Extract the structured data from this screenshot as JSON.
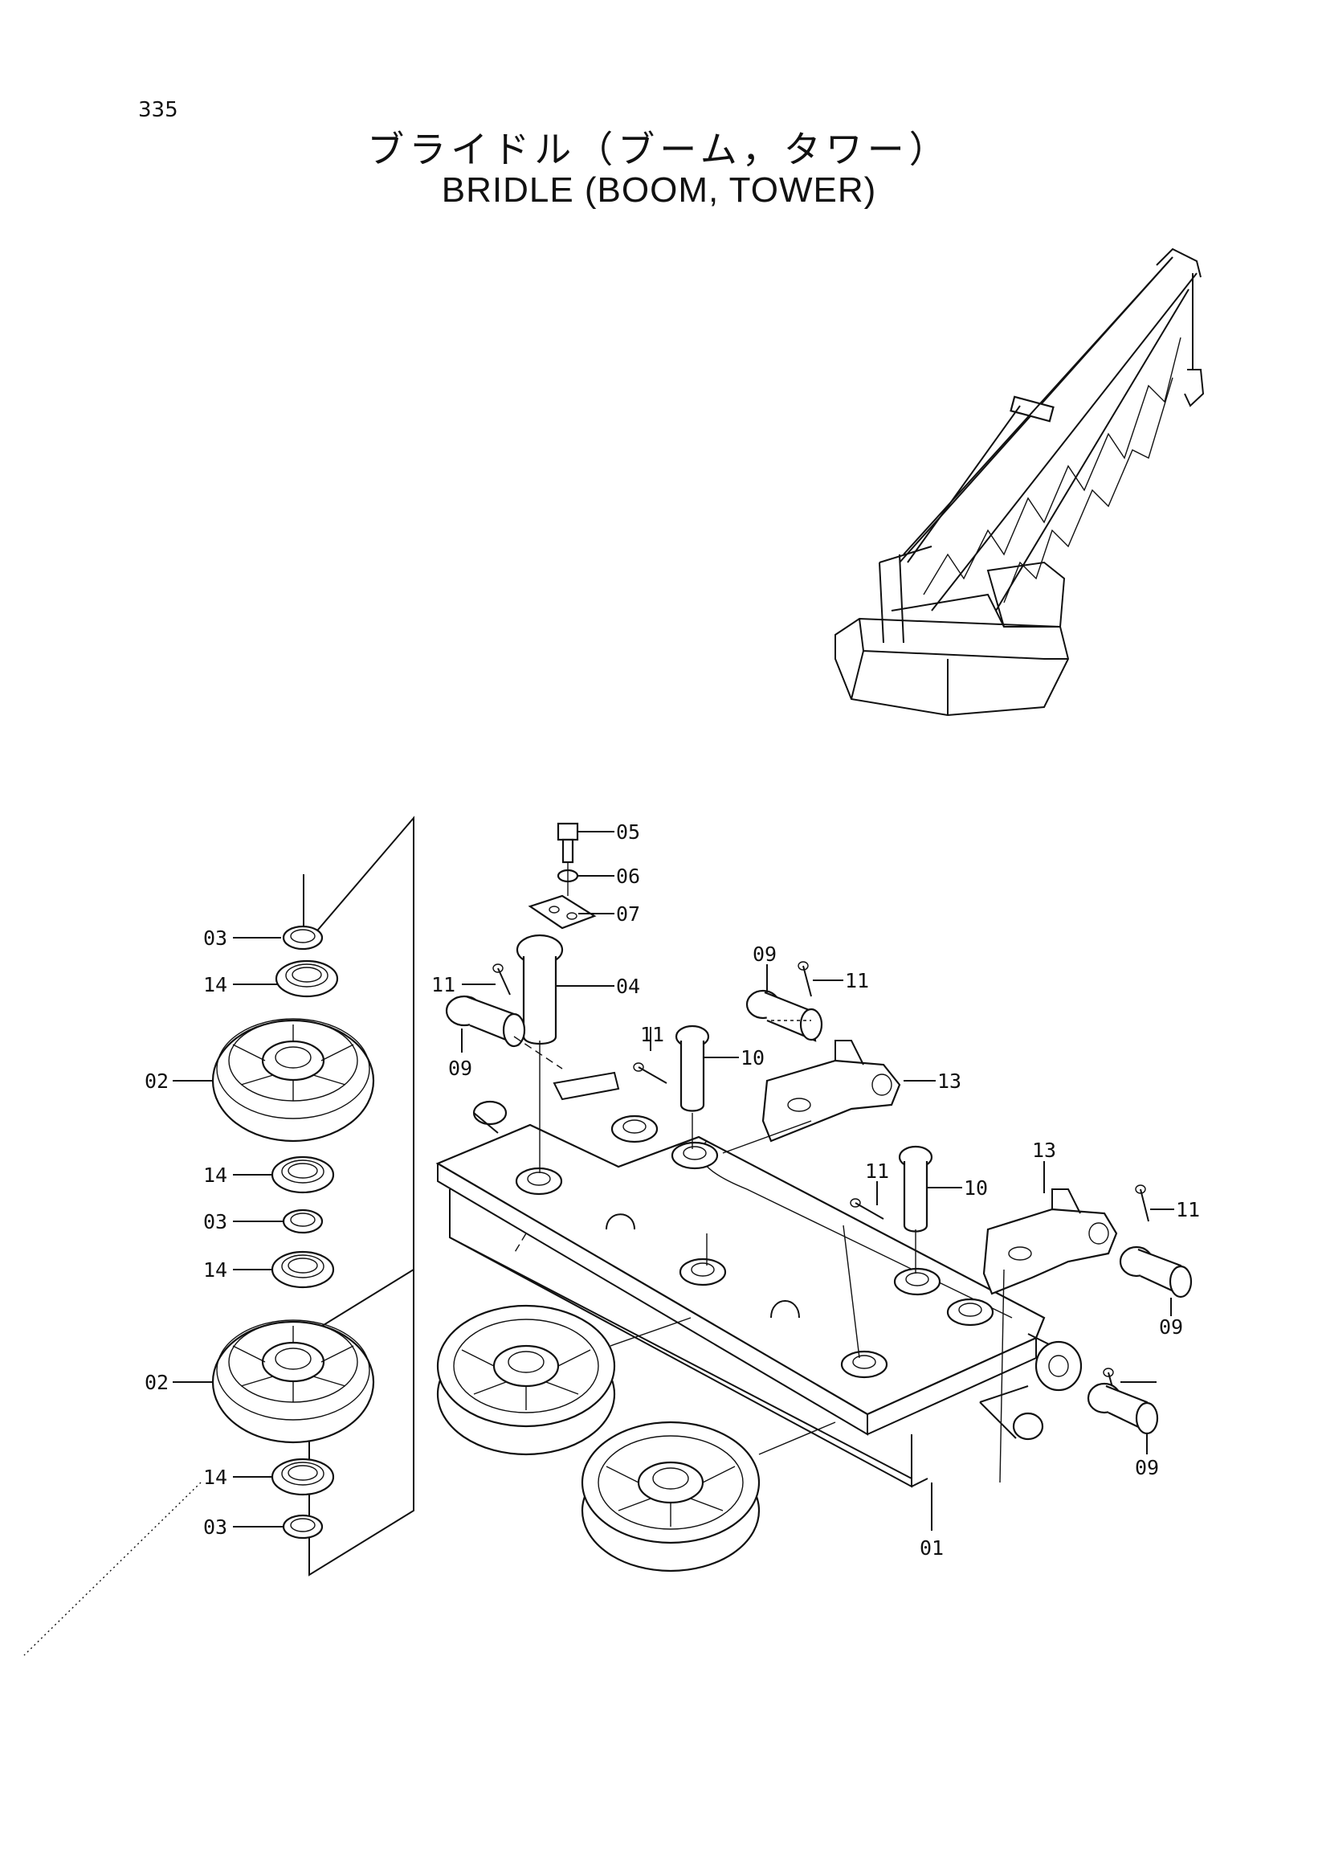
{
  "page": {
    "number": "335",
    "title_jp": "ブライドル（ブーム，タワー）",
    "title_en": "BRIDLE (BOOM, TOWER)"
  },
  "callouts": {
    "c01": "01",
    "c02a": "02",
    "c02b": "02",
    "c03a": "03",
    "c03b": "03",
    "c03c": "03",
    "c04": "04",
    "c05": "05",
    "c06": "06",
    "c07": "07",
    "c09a": "09",
    "c09b": "09",
    "c09c": "09",
    "c09d": "09",
    "c10a": "10",
    "c10b": "10",
    "c11a": "11",
    "c11b": "11",
    "c11c": "11",
    "c11d": "11",
    "c11e": "11",
    "c13a": "13",
    "c13b": "13",
    "c14a": "14",
    "c14b": "14",
    "c14c": "14",
    "c14d": "14"
  }
}
